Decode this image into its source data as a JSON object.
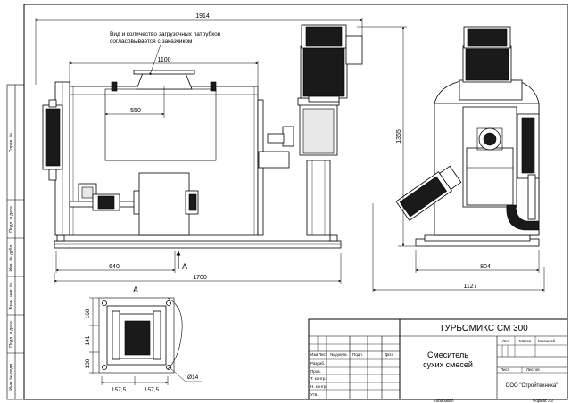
{
  "dimensions": {
    "overall_width": "1914",
    "port_width": "1100",
    "port_offset": "550",
    "base_left": "640",
    "base_length": "1700",
    "height": "1355",
    "side_base": "804",
    "side_total": "1127",
    "detail_h1": "160",
    "detail_h2": "141",
    "detail_h3": "130",
    "detail_w1": "157,5",
    "detail_w2": "157,5",
    "hole_dia": "Ø14"
  },
  "labels": {
    "note_line1": "Вид и количество загрузочных патрубков",
    "note_line2": "согласовывается с заказчиком",
    "section_marker": "A",
    "detail_title": "A"
  },
  "left_stamps": [
    "Справ. №",
    "Подп. и дата",
    "Инв. № дубл.",
    "Взам. инв. №",
    "Подп. и дата",
    "Инв. № подл."
  ],
  "title_block": {
    "product": "ТУРБОМИКС СМ 300",
    "description_line1": "Смеситель",
    "description_line2": "сухих смесей",
    "company": "ООО \"Стройтехника\"",
    "col_izm": "Изм",
    "col_list": "Лист",
    "col_doc": "№ докум.",
    "col_sign": "Подп.",
    "col_date": "Дата",
    "row_razrab": "Разраб.",
    "row_prov": "Пров.",
    "row_tkontr": "Т. контр.",
    "row_nkontr": "Н. контр.",
    "row_utv": "Утв.",
    "lit": "Лит.",
    "massa": "Масса",
    "masshtab": "Масштаб",
    "list": "Лист",
    "listov": "Листов",
    "kopiroval": "Копировал",
    "format": "Формат А3"
  }
}
